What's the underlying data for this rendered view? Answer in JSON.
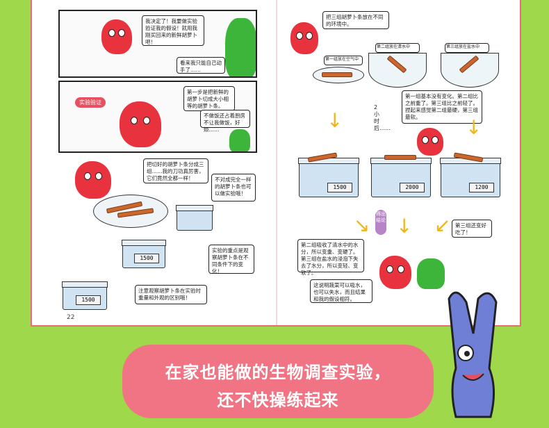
{
  "page_number": "22",
  "left_page": {
    "bubbles": [
      "我决定了！我要做实验验证我的假设！就用我刚买回来的新鲜胡萝卜吧！",
      "看来我只能自己动手了……",
      "第一步是把新鲜的胡萝卜切成大小相等的胡萝卜条。",
      "不做饭还占着厨房不让我做饭，好烦……",
      "把切好的胡萝卜条分成三组……我的刀功真厉害，它们竟然全都一样！",
      "不对成完全一样的胡萝卜条也可以做实验哦！",
      "实验的重点是观察胡萝卜条在不同条件下的变化！",
      "注意观察胡萝卜条在实验时重量和外观的区别哦！"
    ],
    "tag": "实验验证",
    "scale_readings": [
      "1500",
      "1500"
    ]
  },
  "right_page": {
    "bubble_top": "把三组胡萝卜条放在不同的环境中。",
    "labels": [
      "第一组放在空气中",
      "第二组放在清水中",
      "第三组放在盐水中"
    ],
    "bubble_middle": "第一组基本没有变化。第二组比之前重了。第三组比之前轻了。捏起来感觉第二组最硬，第三组最软。",
    "time_label": "2小时后……",
    "scale_readings": [
      "1500",
      "2000",
      "1200"
    ],
    "tag": "得出结论",
    "bubble_bottom_left": "第二组吸收了清水中的水分，所以变重、变硬了。第三组在盐水的浸泡下失去了水分，所以变轻、变软了。",
    "bubble_bottom_left2": "这说明蔬菜可以吸水，也可以失水，而且结果和我的假设相符。",
    "bubble_right": "第三组还变好吃了！"
  },
  "banner": {
    "line1": "在家也能做的生物调查实验，",
    "line2": "还不快操练起来"
  },
  "colors": {
    "background": "#9fd84a",
    "banner": "#f07483",
    "border": "#e86d78",
    "character_red": "#e8333f",
    "character_green": "#3db53a",
    "arrow": "#f2b41b"
  }
}
